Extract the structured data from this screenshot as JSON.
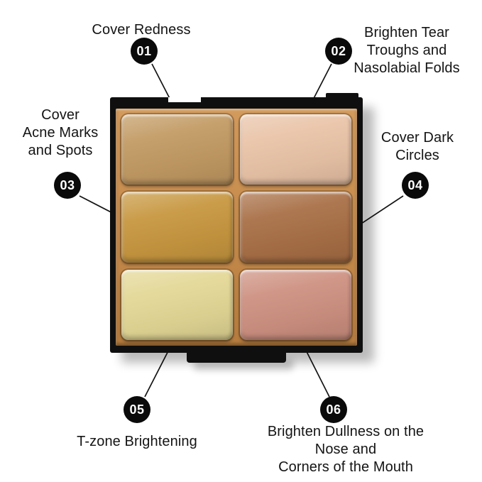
{
  "callouts": [
    {
      "number": "01",
      "label": "Cover Redness"
    },
    {
      "number": "02",
      "label": "Brighten Tear\nTroughs and\nNasolabial Folds"
    },
    {
      "number": "03",
      "label": "Cover\nAcne Marks\nand Spots"
    },
    {
      "number": "04",
      "label": "Cover Dark\nCircles"
    },
    {
      "number": "05",
      "label": "T-zone Brightening"
    },
    {
      "number": "06",
      "label": "Brighten Dullness on the\nNose and\nCorners of the Mouth"
    }
  ],
  "palette": {
    "pans": [
      {
        "position": "top-left",
        "callout": "01",
        "shade_color": "#c29a63"
      },
      {
        "position": "top-right",
        "callout": "02",
        "shade_color": "#e9c3a7"
      },
      {
        "position": "middle-left",
        "callout": "03",
        "shade_color": "#c79740"
      },
      {
        "position": "middle-right",
        "callout": "04",
        "shade_color": "#a86f46"
      },
      {
        "position": "bottom-left",
        "callout": "05",
        "shade_color": "#e3d795"
      },
      {
        "position": "bottom-right",
        "callout": "06",
        "shade_color": "#cd9080"
      }
    ],
    "body_color_top": "#d29a5c",
    "body_color_bottom": "#b57c3e",
    "frame_color": "#0f0f0f"
  },
  "colors": {
    "background": "#ffffff",
    "line": "#141414",
    "badge_background": "#0a0a0a",
    "badge_text": "#ffffff",
    "label_text": "#141414"
  }
}
